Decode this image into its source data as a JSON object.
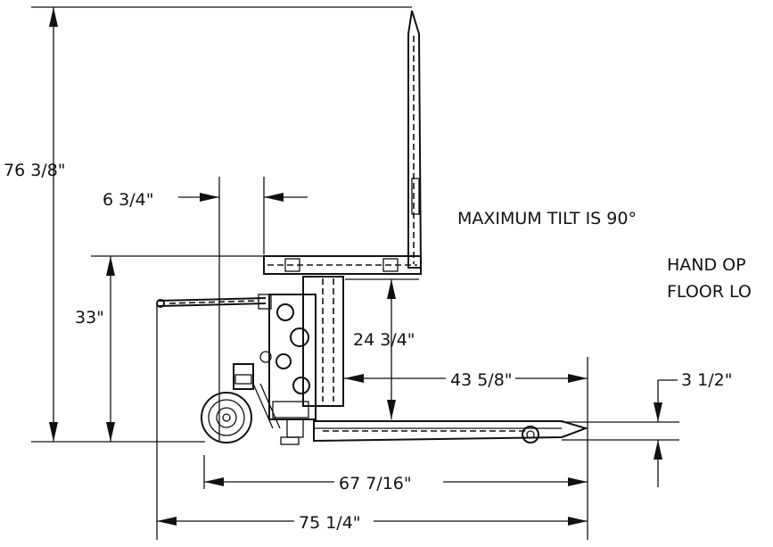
{
  "drawing": {
    "note_tilt": "MAXIMUM TILT IS 90°",
    "note_line1": "HAND OP",
    "note_line2": "FLOOR LO",
    "dimensions": {
      "overall_height": "76 3/8\"",
      "platform_height": "33\"",
      "offset": "6 3/4\"",
      "fork_clearance": "24 3/4\"",
      "fork_length": "43 5/8\"",
      "fork_tip_height": "3 1/2\"",
      "wheelbase": "67 7/16\"",
      "overall_length": "75 1/4\""
    }
  }
}
